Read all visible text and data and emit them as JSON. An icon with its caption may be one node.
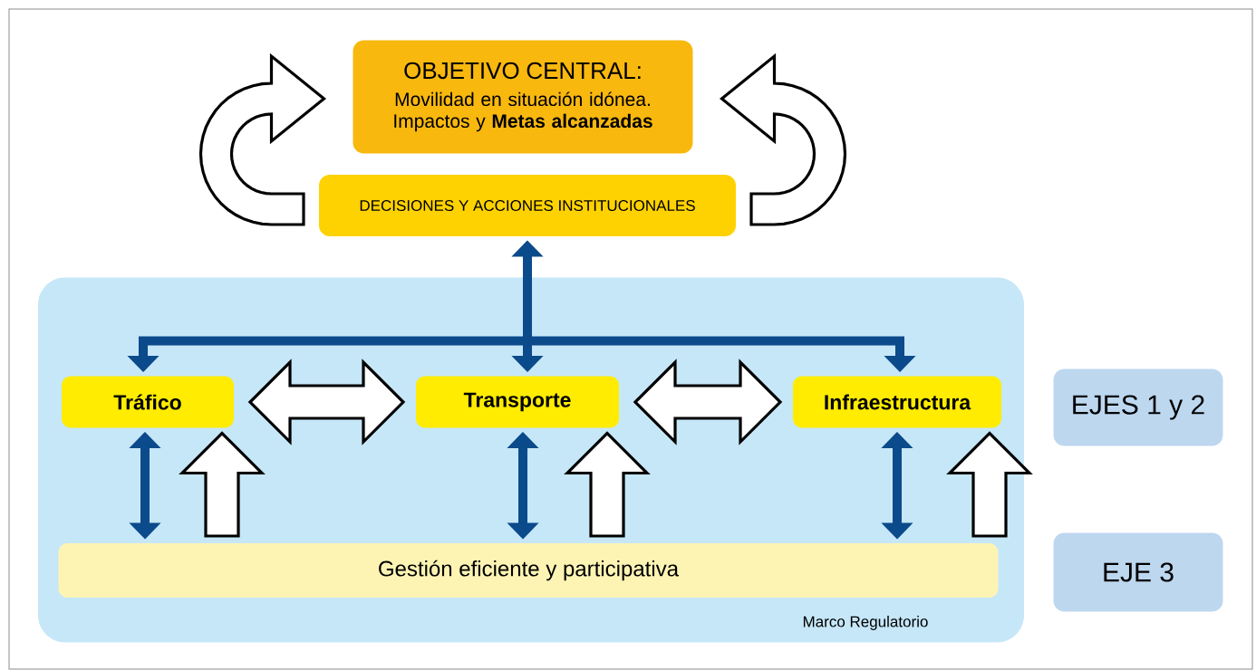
{
  "diagram": {
    "nodes": [
      {
        "text": [
          "OBJETIVO CENTRAL:",
          "Movilidad en situación idónea. Impactos y **Metas alcanzadas**"
        ]
      },
      {
        "text": [
          "DECISIONES Y ACCIONES INSTITUCIONALES"
        ]
      },
      {
        "text": [
          "Marco Regulatorio"
        ]
      },
      {
        "text": [
          "Tráfico"
        ],
        "in": 2
      },
      {
        "text": [
          "Transporte"
        ],
        "in": 2
      },
      {
        "text": [
          "Infraestructura"
        ],
        "in": 2
      },
      {
        "text": [
          "Gestión eficiente y participativa"
        ],
        "in": 2
      },
      {
        "text": [
          "EJES 1 y 2"
        ]
      },
      {
        "text": [
          "EJE 3"
        ]
      }
    ],
    "edges": [
      {
        "from": 1,
        "to": 0,
        "arrow": "to"
      },
      {
        "from": 1,
        "to": 0,
        "arrow": "to"
      },
      {
        "from": 1,
        "to": 3,
        "arrow": "both",
        "color": "#0b4a8b"
      },
      {
        "from": 1,
        "to": 4,
        "arrow": "both",
        "color": "#0b4a8b"
      },
      {
        "from": 1,
        "to": 5,
        "arrow": "both",
        "color": "#0b4a8b"
      },
      {
        "from": 3,
        "to": 4,
        "arrow": "both"
      },
      {
        "from": 4,
        "to": 5,
        "arrow": "both"
      },
      {
        "from": 3,
        "to": 6,
        "arrow": "both",
        "color": "#0b4a8b"
      },
      {
        "from": 6,
        "to": 3,
        "arrow": "to"
      },
      {
        "from": 4,
        "to": 6,
        "arrow": "both",
        "color": "#0b4a8b"
      },
      {
        "from": 6,
        "to": 4,
        "arrow": "to"
      },
      {
        "from": 5,
        "to": 6,
        "arrow": "both",
        "color": "#0b4a8b"
      },
      {
        "from": 6,
        "to": 5,
        "arrow": "to"
      }
    ]
  }
}
